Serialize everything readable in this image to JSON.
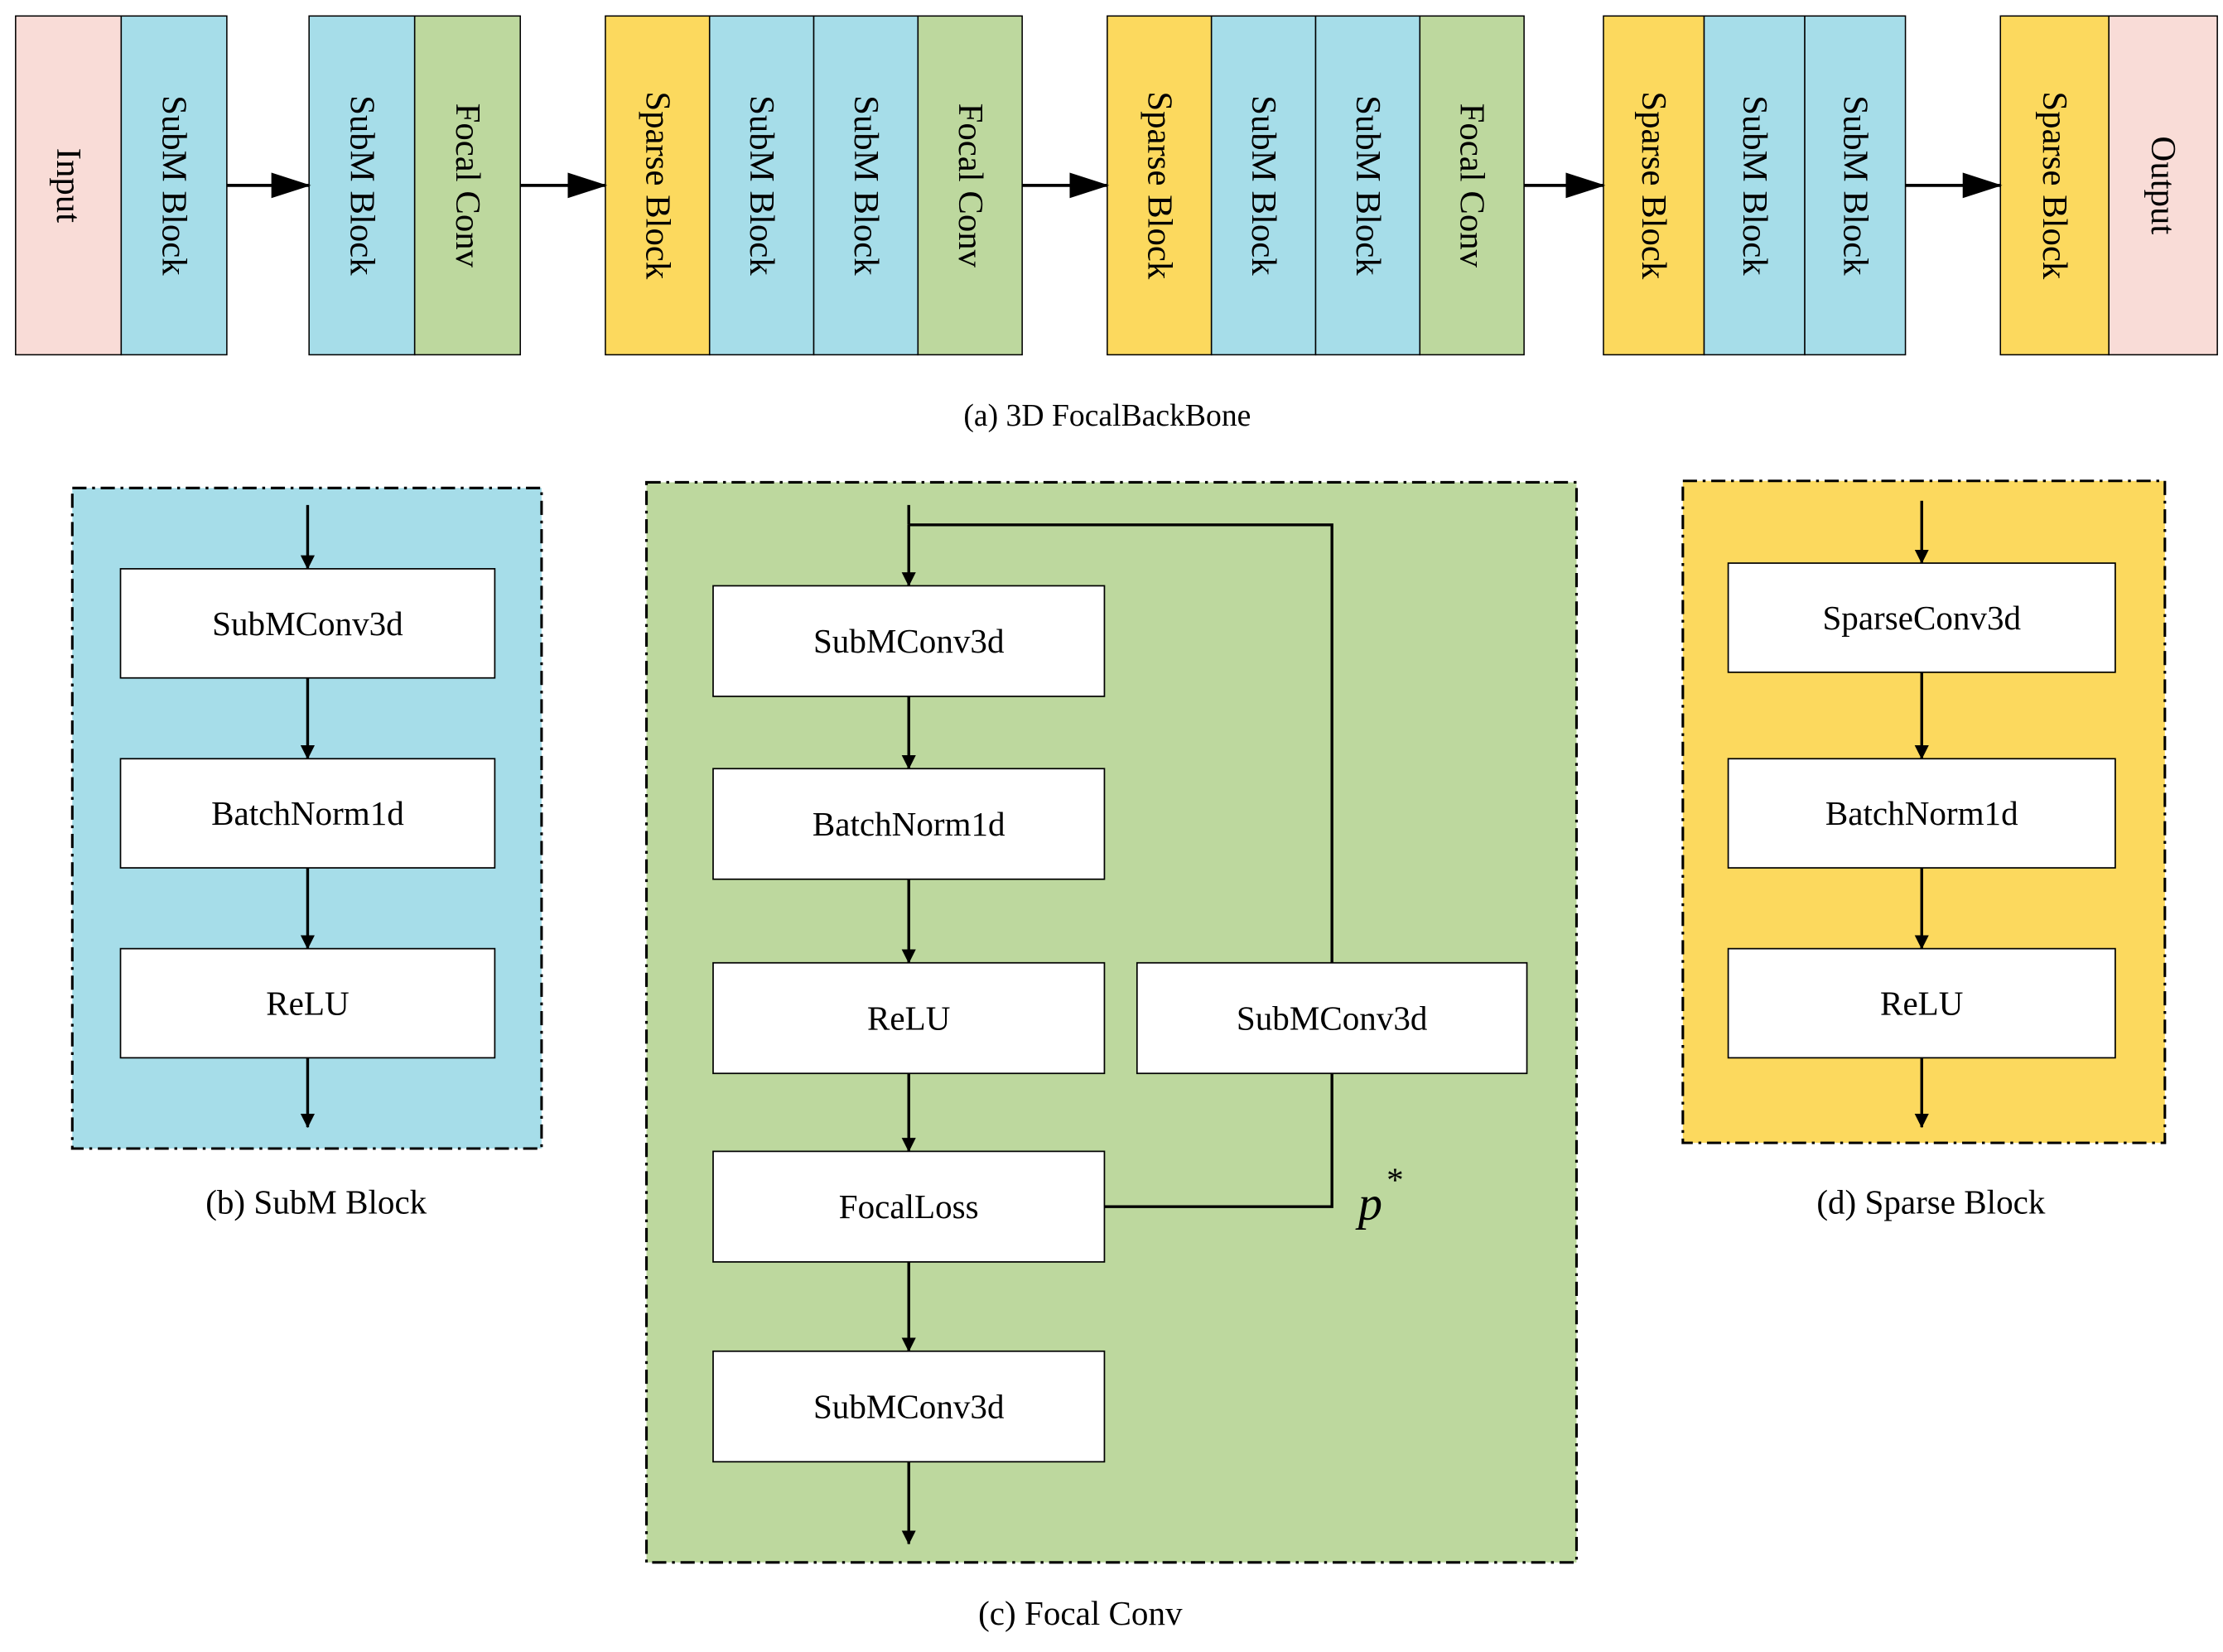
{
  "colors": {
    "input_output": "#f9dcd7",
    "subm": "#a6dde9",
    "focal": "#bdd89e",
    "sparse": "#fcd95e",
    "box": "#ffffff",
    "line": "#000000"
  },
  "backbone": {
    "caption": "(a) 3D FocalBackBone",
    "groups": [
      {
        "blocks": [
          {
            "label": "Input",
            "kind": "input_output"
          },
          {
            "label": "SubM Block",
            "kind": "subm"
          }
        ]
      },
      {
        "blocks": [
          {
            "label": "SubM Block",
            "kind": "subm"
          },
          {
            "label": "Focal Conv",
            "kind": "focal"
          }
        ]
      },
      {
        "blocks": [
          {
            "label": "Sparse Block",
            "kind": "sparse"
          },
          {
            "label": "SubM Block",
            "kind": "subm"
          },
          {
            "label": "SubM Block",
            "kind": "subm"
          },
          {
            "label": "Focal Conv",
            "kind": "focal"
          }
        ]
      },
      {
        "blocks": [
          {
            "label": "Sparse Block",
            "kind": "sparse"
          },
          {
            "label": "SubM Block",
            "kind": "subm"
          },
          {
            "label": "SubM Block",
            "kind": "subm"
          },
          {
            "label": "Focal Conv",
            "kind": "focal"
          }
        ]
      },
      {
        "blocks": [
          {
            "label": "Sparse Block",
            "kind": "sparse"
          },
          {
            "label": "SubM Block",
            "kind": "subm"
          },
          {
            "label": "SubM Block",
            "kind": "subm"
          }
        ]
      },
      {
        "blocks": [
          {
            "label": "Sparse Block",
            "kind": "sparse"
          },
          {
            "label": "Output",
            "kind": "input_output"
          }
        ]
      }
    ]
  },
  "subm_block": {
    "caption": "(b) SubM Block",
    "layers": [
      "SubMConv3d",
      "BatchNorm1d",
      "ReLU"
    ]
  },
  "focal_conv": {
    "caption": "(c) Focal Conv",
    "layers": [
      "SubMConv3d",
      "BatchNorm1d",
      "ReLU",
      "FocalLoss",
      "SubMConv3d"
    ],
    "side_layer": "SubMConv3d",
    "p_label": "p",
    "p_superscript": "*"
  },
  "sparse_block": {
    "caption": "(d) Sparse Block",
    "layers": [
      "SparseConv3d",
      "BatchNorm1d",
      "ReLU"
    ]
  }
}
